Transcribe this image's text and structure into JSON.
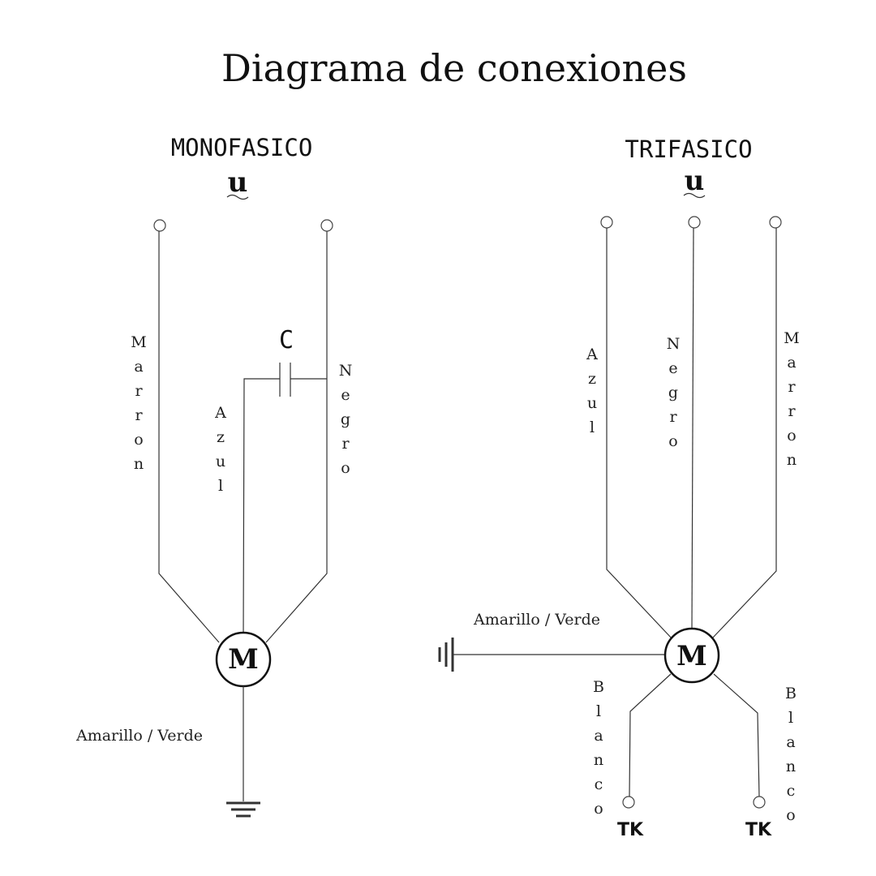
{
  "title": "Diagrama de conexiones",
  "mono": {
    "heading": "MONOFASICO",
    "symbol": "u",
    "capacitor": "C",
    "motor": "M",
    "wires": {
      "left": "Marron",
      "center": "Azul",
      "right": "Negro"
    },
    "ground": "Amarillo / Verde"
  },
  "tri": {
    "heading": "TRIFASICO",
    "symbol": "u",
    "motor": "M",
    "wires": {
      "left": "Azul",
      "center": "Negro",
      "right": "Marron",
      "thermo_left": "Blanco",
      "thermo_right": "Blanco"
    },
    "ground": "Amarillo / Verde",
    "thermo_left_label": "TK",
    "thermo_right_label": "TK"
  },
  "colors": {
    "ink": "#111111",
    "wire": "#333333",
    "background": "#ffffff"
  },
  "icons": {
    "mono_ground": "ground-icon",
    "tri_ground": "earth-plate-icon",
    "capacitor": "capacitor-icon"
  }
}
